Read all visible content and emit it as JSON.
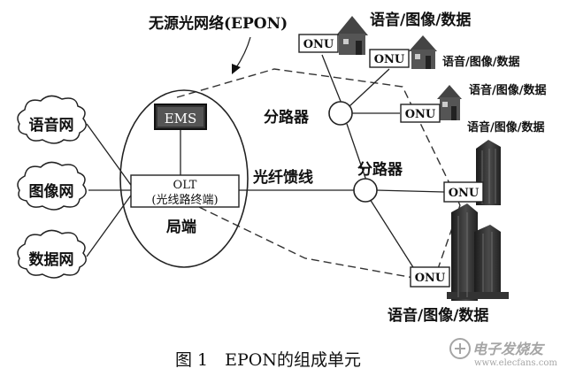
{
  "diagram": {
    "epon_label": "无源光网络(EPON)",
    "networks": [
      "语音网",
      "图像网",
      "数据网"
    ],
    "ems_label": "EMS",
    "olt_label": "OLT",
    "olt_sublabel": "(光线路终端)",
    "central_office_label": "局端",
    "fiber_feeder_label": "光纤馈线",
    "splitter_label_1": "分路器",
    "splitter_label_2": "分路器",
    "onu_label": "ONU",
    "service_label": "语音/图像/数据",
    "caption": "图 1　EPON的组成单元",
    "watermark": "电子发烧友",
    "watermark_url": "www.elecfans.com"
  }
}
